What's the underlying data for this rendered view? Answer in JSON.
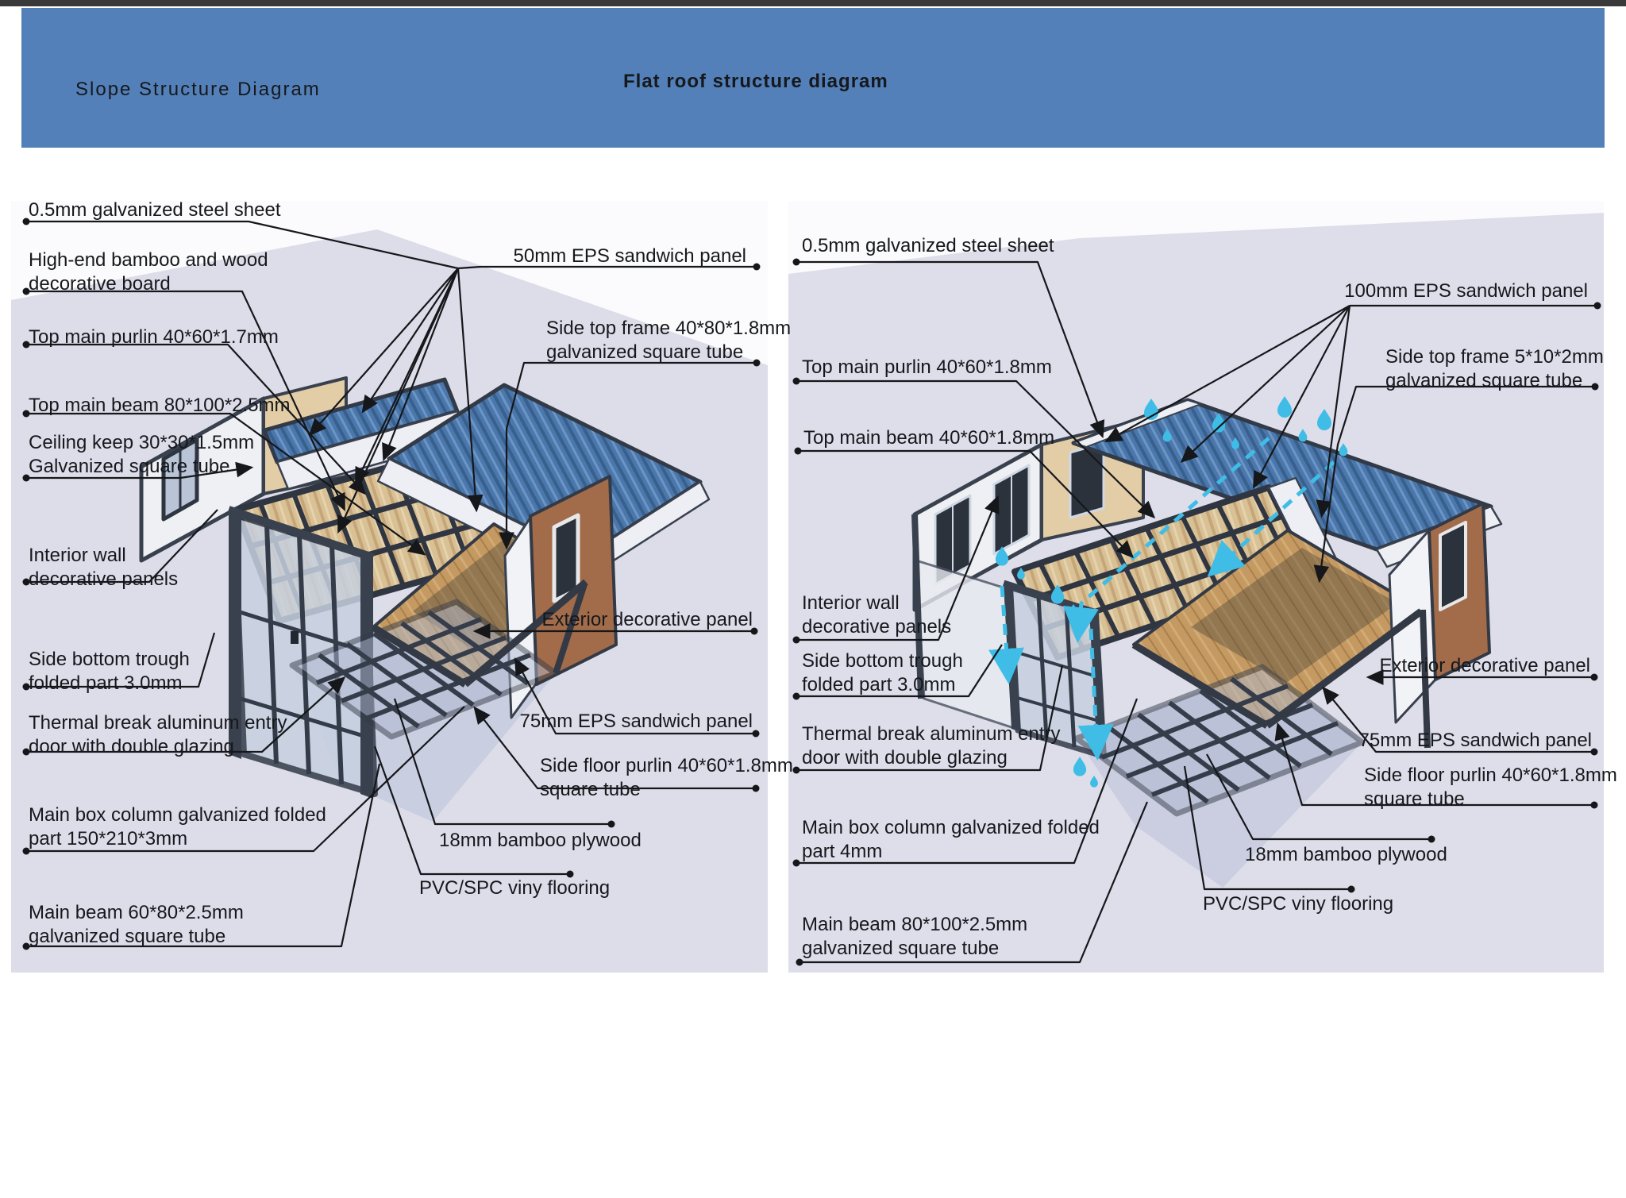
{
  "header": {
    "left_title": "Slope Structure Diagram",
    "right_title": "Flat roof structure diagram",
    "banner_color": "#5380b9"
  },
  "slope": {
    "labels": {
      "steel_sheet": "0.5mm  galvanized  steel sheet",
      "bamboo_board": "High-end bamboo and wood\ndecorative board",
      "top_main_purlin": "Top main purlin 40*60*1.7mm",
      "top_main_beam": "Top main beam 80*100*2.5mm",
      "ceiling_keel": "Ceiling keep 30*30*1.5mm\nGalvanized square tube",
      "interior_wall": "Interior wall\ndecorative panels",
      "side_bottom_trough": "Side bottom trough\nfolded part 3.0mm",
      "entry_door": "Thermal break aluminum entry\ndoor with double glazing",
      "main_box_column": "Main box column galvanized folded\npart 150*210*3mm",
      "main_beam": "Main beam 60*80*2.5mm\ngalvanized square tube",
      "eps_50": "50mm EPS sandwich  panel",
      "side_top_frame": "Side top frame 40*80*1.8mm\ngalvanized square tube",
      "exterior_panel": "Exterior decorative panel",
      "eps_75": "75mm EPS sandwich  panel",
      "side_floor_purlin": "Side floor purlin 40*60*1.8mm\nsquare tube",
      "bamboo_plywood": "18mm bamboo plywood",
      "pvc_flooring": "PVC/SPC viny flooring"
    }
  },
  "flat": {
    "labels": {
      "steel_sheet": "0.5mm  galvanized  steel sheet",
      "top_main_purlin": "Top main purlin 40*60*1.8mm",
      "top_main_beam": "Top main beam 40*60*1.8mm",
      "interior_wall": "Interior wall\ndecorative panels",
      "side_bottom_trough": "Side bottom trough\nfolded part 3.0mm",
      "entry_door": "Thermal break aluminum entry\ndoor with double glazing",
      "main_box_column": "Main box column galvanized folded\npart 4mm",
      "main_beam": "Main beam 80*100*2.5mm\ngalvanized square tube",
      "eps_100": "100mm EPS sandwich panel",
      "side_top_frame": "Side top frame 5*10*2mm\ngalvanized square tube",
      "exterior_panel": "Exterior decorative panel",
      "eps_75": "75mm EPS sandwich panel",
      "side_floor_purlin": "Side floor purlin 40*60*1.8mm\nsquare tube",
      "bamboo_plywood": "18mm bamboo plywood",
      "pvc_flooring": "PVC/SPC viny flooring"
    }
  },
  "colors": {
    "roof_blue": "#4a77ad",
    "frame_dark": "#39404e",
    "panel_bg_left": "#dcdde8",
    "panel_bg_right": "#dddee9",
    "wood_batten": "#d9c196",
    "wood_floor": "#c49a62",
    "exterior_brown": "#a26c4a",
    "water_cyan": "#3fbde6"
  }
}
